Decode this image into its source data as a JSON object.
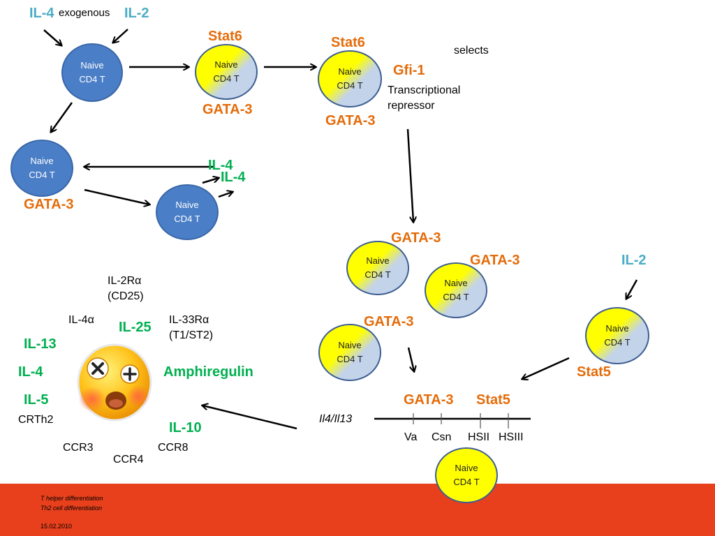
{
  "cell_label": "Naive\nCD4 T",
  "top": {
    "il4": "IL-4",
    "exogenous": "exogenous",
    "il2": "IL-2",
    "stat6_a": "Stat6",
    "gata3_a": "GATA-3",
    "stat6_b": "Stat6",
    "gata3_b": "GATA-3",
    "gfi1": "Gfi-1",
    "selects": "selects",
    "transcriptional": "Transcriptional\nrepressor"
  },
  "left": {
    "gata3": "GATA-3",
    "il4_a": "IL-4",
    "il4_b": "IL-4"
  },
  "right": {
    "gata3_a": "GATA-3",
    "gata3_b": "GATA-3",
    "gata3_c": "GATA-3",
    "il2": "IL-2",
    "stat5": "Stat5",
    "locus_gata3": "GATA-3",
    "locus_stat5": "Stat5",
    "locus_name": "Il4/Il13",
    "sites": [
      "Va",
      "Csn",
      "HSII",
      "HSIII"
    ]
  },
  "th2": {
    "il2ra": "IL-2Rα\n(CD25)",
    "il4a": "IL-4α",
    "il25": "IL-25",
    "il33ra": "IL-33Rα\n(T1/ST2)",
    "il13": "IL-13",
    "il4": "IL-4",
    "amphiregulin": "Amphiregulin",
    "il5": "IL-5",
    "crth2": "CRTh2",
    "il10": "IL-10",
    "ccr3": "CCR3",
    "ccr8": "CCR8",
    "ccr4": "CCR4"
  },
  "footer": {
    "line1": "T helper differentiation",
    "line2": "Th2 cell differentiation",
    "date": "15.02.2010"
  },
  "colors": {
    "footer": "#e8401c",
    "orange_labels": "#e46c0a",
    "green_labels": "#00b050",
    "cyan_labels": "#4bacc6",
    "naive_blue": "#4a7ec7",
    "cell_yellow": "#ffff00"
  }
}
